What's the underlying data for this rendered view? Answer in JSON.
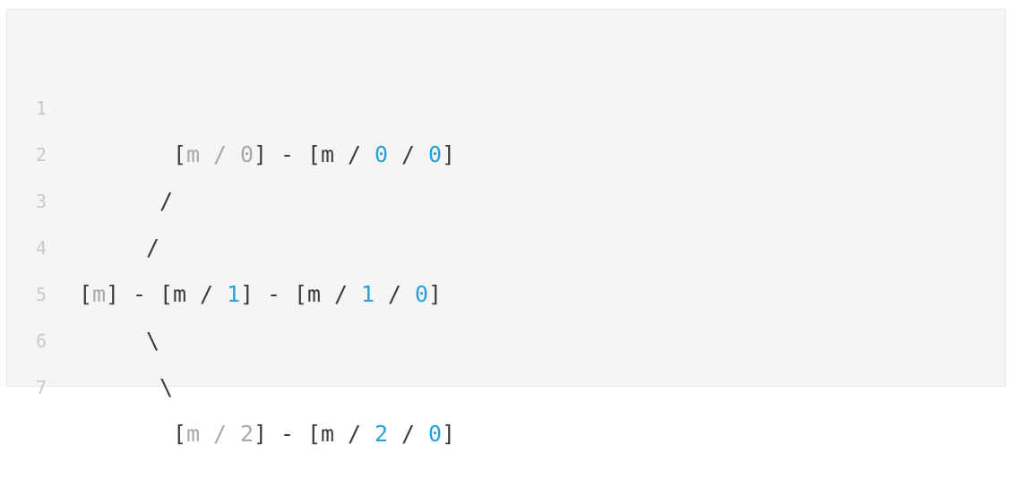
{
  "code_lines": [
    {
      "number": "1",
      "tokens": [
        {
          "t": " ",
          "c": "dark"
        },
        {
          "t": " ",
          "c": "dark"
        },
        {
          "t": " ",
          "c": "dark"
        },
        {
          "t": " ",
          "c": "dark"
        },
        {
          "t": " ",
          "c": "dark"
        },
        {
          "t": " ",
          "c": "dark"
        },
        {
          "t": " ",
          "c": "dark"
        },
        {
          "t": "[",
          "c": "dark"
        },
        {
          "t": "m",
          "c": "gray"
        },
        {
          "t": " ",
          "c": "dark"
        },
        {
          "t": "/",
          "c": "gray"
        },
        {
          "t": " ",
          "c": "dark"
        },
        {
          "t": "0",
          "c": "gray"
        },
        {
          "t": "]",
          "c": "dark"
        },
        {
          "t": " ",
          "c": "dark"
        },
        {
          "t": "-",
          "c": "dark"
        },
        {
          "t": " ",
          "c": "dark"
        },
        {
          "t": "[",
          "c": "dark"
        },
        {
          "t": "m",
          "c": "dark"
        },
        {
          "t": " ",
          "c": "dark"
        },
        {
          "t": "/",
          "c": "dark"
        },
        {
          "t": " ",
          "c": "dark"
        },
        {
          "t": "0",
          "c": "blue"
        },
        {
          "t": " ",
          "c": "dark"
        },
        {
          "t": "/",
          "c": "dark"
        },
        {
          "t": " ",
          "c": "dark"
        },
        {
          "t": "0",
          "c": "blue"
        },
        {
          "t": "]",
          "c": "dark"
        }
      ]
    },
    {
      "number": "2",
      "tokens": [
        {
          "t": " ",
          "c": "dark"
        },
        {
          "t": " ",
          "c": "dark"
        },
        {
          "t": " ",
          "c": "dark"
        },
        {
          "t": " ",
          "c": "dark"
        },
        {
          "t": " ",
          "c": "dark"
        },
        {
          "t": " ",
          "c": "dark"
        },
        {
          "t": "/",
          "c": "dark"
        }
      ]
    },
    {
      "number": "3",
      "tokens": [
        {
          "t": " ",
          "c": "dark"
        },
        {
          "t": " ",
          "c": "dark"
        },
        {
          "t": " ",
          "c": "dark"
        },
        {
          "t": " ",
          "c": "dark"
        },
        {
          "t": " ",
          "c": "dark"
        },
        {
          "t": "/",
          "c": "dark"
        }
      ]
    },
    {
      "number": "4",
      "tokens": [
        {
          "t": "[",
          "c": "dark"
        },
        {
          "t": "m",
          "c": "gray"
        },
        {
          "t": "]",
          "c": "dark"
        },
        {
          "t": " ",
          "c": "dark"
        },
        {
          "t": "-",
          "c": "dark"
        },
        {
          "t": " ",
          "c": "dark"
        },
        {
          "t": "[",
          "c": "dark"
        },
        {
          "t": "m",
          "c": "dark"
        },
        {
          "t": " ",
          "c": "dark"
        },
        {
          "t": "/",
          "c": "dark"
        },
        {
          "t": " ",
          "c": "dark"
        },
        {
          "t": "1",
          "c": "blue"
        },
        {
          "t": "]",
          "c": "dark"
        },
        {
          "t": " ",
          "c": "dark"
        },
        {
          "t": "-",
          "c": "dark"
        },
        {
          "t": " ",
          "c": "dark"
        },
        {
          "t": "[",
          "c": "dark"
        },
        {
          "t": "m",
          "c": "dark"
        },
        {
          "t": " ",
          "c": "dark"
        },
        {
          "t": "/",
          "c": "dark"
        },
        {
          "t": " ",
          "c": "dark"
        },
        {
          "t": "1",
          "c": "blue"
        },
        {
          "t": " ",
          "c": "dark"
        },
        {
          "t": "/",
          "c": "dark"
        },
        {
          "t": " ",
          "c": "dark"
        },
        {
          "t": "0",
          "c": "blue"
        },
        {
          "t": "]",
          "c": "dark"
        }
      ]
    },
    {
      "number": "5",
      "tokens": [
        {
          "t": " ",
          "c": "dark"
        },
        {
          "t": " ",
          "c": "dark"
        },
        {
          "t": " ",
          "c": "dark"
        },
        {
          "t": " ",
          "c": "dark"
        },
        {
          "t": " ",
          "c": "dark"
        },
        {
          "t": "\\",
          "c": "dark"
        }
      ]
    },
    {
      "number": "6",
      "tokens": [
        {
          "t": " ",
          "c": "dark"
        },
        {
          "t": " ",
          "c": "dark"
        },
        {
          "t": " ",
          "c": "dark"
        },
        {
          "t": " ",
          "c": "dark"
        },
        {
          "t": " ",
          "c": "dark"
        },
        {
          "t": " ",
          "c": "dark"
        },
        {
          "t": "\\",
          "c": "dark"
        }
      ]
    },
    {
      "number": "7",
      "tokens": [
        {
          "t": " ",
          "c": "dark"
        },
        {
          "t": " ",
          "c": "dark"
        },
        {
          "t": " ",
          "c": "dark"
        },
        {
          "t": " ",
          "c": "dark"
        },
        {
          "t": " ",
          "c": "dark"
        },
        {
          "t": " ",
          "c": "dark"
        },
        {
          "t": " ",
          "c": "dark"
        },
        {
          "t": "[",
          "c": "dark"
        },
        {
          "t": "m",
          "c": "gray"
        },
        {
          "t": " ",
          "c": "dark"
        },
        {
          "t": "/",
          "c": "gray"
        },
        {
          "t": " ",
          "c": "dark"
        },
        {
          "t": "2",
          "c": "gray"
        },
        {
          "t": "]",
          "c": "dark"
        },
        {
          "t": " ",
          "c": "dark"
        },
        {
          "t": "-",
          "c": "dark"
        },
        {
          "t": " ",
          "c": "dark"
        },
        {
          "t": "[",
          "c": "dark"
        },
        {
          "t": "m",
          "c": "dark"
        },
        {
          "t": " ",
          "c": "dark"
        },
        {
          "t": "/",
          "c": "dark"
        },
        {
          "t": " ",
          "c": "dark"
        },
        {
          "t": "2",
          "c": "blue"
        },
        {
          "t": " ",
          "c": "dark"
        },
        {
          "t": "/",
          "c": "dark"
        },
        {
          "t": " ",
          "c": "dark"
        },
        {
          "t": "0",
          "c": "blue"
        },
        {
          "t": "]",
          "c": "dark"
        }
      ]
    }
  ],
  "colors": {
    "background": "#f5f5f5",
    "line_number": "#c9c9c9",
    "text_dark": "#3b3b3b",
    "text_gray": "#a8a8a8",
    "number_blue": "#2aa0d8"
  }
}
